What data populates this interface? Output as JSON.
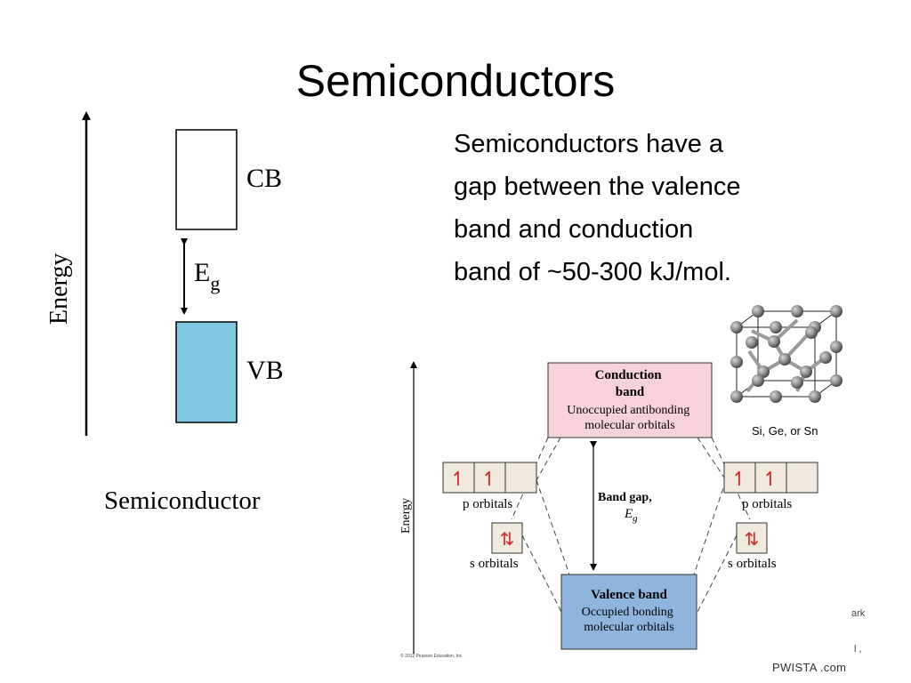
{
  "slide": {
    "title": "Semiconductors",
    "body_lines": [
      "Semiconductors have a",
      "gap between the valence",
      "band and conduction",
      "band of ~50-300 kJ/mol."
    ]
  },
  "left_diagram": {
    "axis_label": "Energy",
    "cb_label": "CB",
    "vb_label": "VB",
    "gap_symbol": "E",
    "gap_subscript": "g",
    "caption": "Semiconductor",
    "vb_fill": "#7ec8e3"
  },
  "right_diagram": {
    "axis_label": "Energy",
    "conduction_band": {
      "title_line1": "Conduction",
      "title_line2": "band",
      "desc_line1": "Unoccupied antibonding",
      "desc_line2": "molecular orbitals",
      "fill": "#f7d2d8"
    },
    "valence_band": {
      "title": "Valence band",
      "desc_line1": "Occupied bonding",
      "desc_line2": "molecular orbitals",
      "fill": "#8fb4dd"
    },
    "band_gap_label": "Band gap,",
    "band_gap_symbol": "E",
    "band_gap_subscript": "g",
    "p_orbitals_label": "p orbitals",
    "s_orbitals_label": "s orbitals",
    "p_orbital_arrows": [
      "↿",
      "↿",
      ""
    ],
    "s_orbital_arrows": "⇅",
    "crystal_caption": "Si, Ge, or Sn",
    "copyright": "© 2012 Pearson Education, Inc.",
    "orbital_box_fill": "#efeadb"
  },
  "edge_fragments": {
    "a": "ark",
    "b": "l ,"
  },
  "footer": {
    "watermark": "PWISTA .com"
  }
}
